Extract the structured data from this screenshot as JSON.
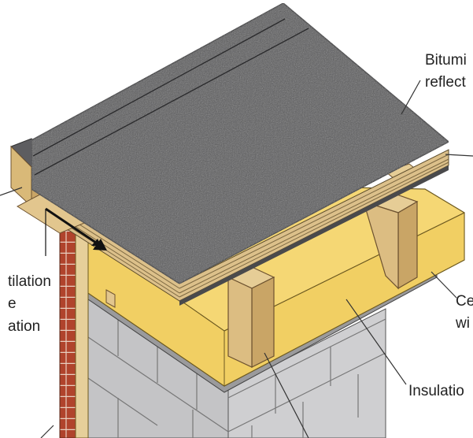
{
  "labels": {
    "bitumen_line1": "Bitumi",
    "bitumen_line2": "reflect",
    "ventilation_line1": "tilation",
    "ventilation_line2": "e",
    "ventilation_line3": "ation",
    "ceiling_line1": "Ce",
    "ceiling_line2": "wi",
    "insulation": "Insulatio"
  },
  "colors": {
    "roof_membrane": "#5a5a5c",
    "timber": "#dcc08a",
    "insulation": "#f5d774",
    "brick": "#b0432c",
    "block": "#c9c9cb"
  }
}
